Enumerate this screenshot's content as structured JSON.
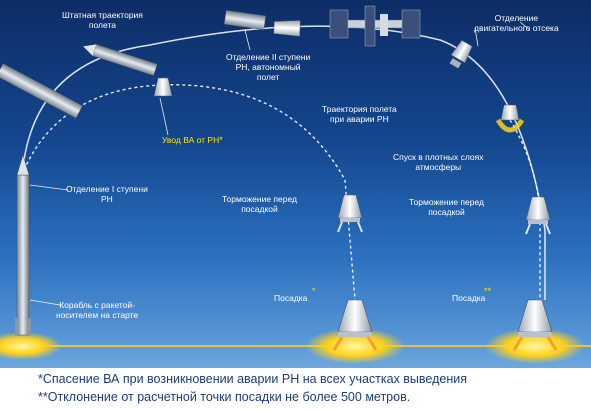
{
  "labels": {
    "nominal_trajectory": [
      "Штатная траектория",
      "полета"
    ],
    "stage2_separation": [
      "Отделение II ступени",
      "РН, автономный",
      "полет"
    ],
    "engine_separation": [
      "Отделение",
      "двигательного отсека"
    ],
    "abort_to_orbit": "Увод ВА от РН",
    "abort_trajectory": [
      "Траектория полета",
      "при аварии РН"
    ],
    "stage1_separation": [
      "Отделение I ступени",
      "РН"
    ],
    "dense_atmosphere": [
      "Спуск в плотных слоях",
      "атмосферы"
    ],
    "braking_left": [
      "Торможение перед",
      "посадкой"
    ],
    "braking_right": [
      "Торможение перед",
      "посадкой"
    ],
    "ship_on_launch": [
      "Корабль с ракетой-",
      "носителем на старте"
    ],
    "landing_left": "Посадка",
    "landing_right": "Посадка",
    "star_single": "*",
    "star_double": "**"
  },
  "footnotes": [
    "*Спасение ВА при возникновении аварии РН на всех участках выведения",
    "**Отклонение от расчетной точки посадки не более 500 метров."
  ],
  "colors": {
    "label_white": "#ffffff",
    "label_yellow": "#ffe400",
    "ground_glow": "#ffd21a",
    "footnote_text": "#1c3d7a"
  }
}
